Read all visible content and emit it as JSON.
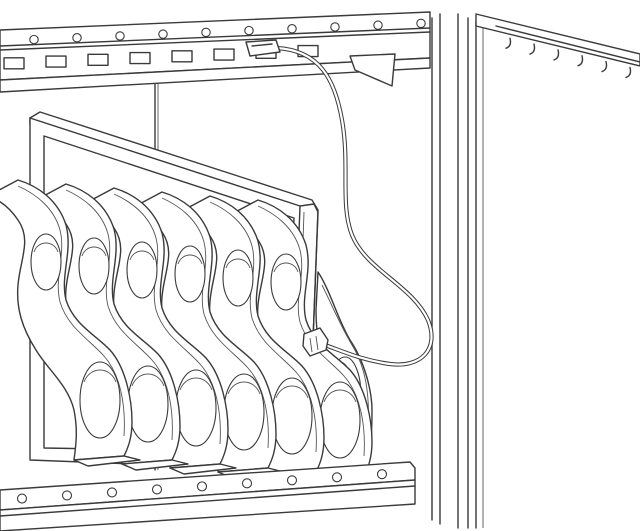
{
  "drawing": {
    "subject": "charging-cabinet-tablet-slots",
    "palette": {
      "line": "#3a3a3a",
      "fill": "#ffffff",
      "background": "#ffffff"
    },
    "components": {
      "top_rail": {
        "hole_count": 10,
        "slot_count": 8
      },
      "bottom_rail": {
        "hole_count": 9
      },
      "dividers": {
        "count": 6
      },
      "tablet": {
        "count": 1
      },
      "usb_cable": {
        "count": 1
      },
      "right_door_rail": {
        "hole_count": 6
      }
    }
  }
}
